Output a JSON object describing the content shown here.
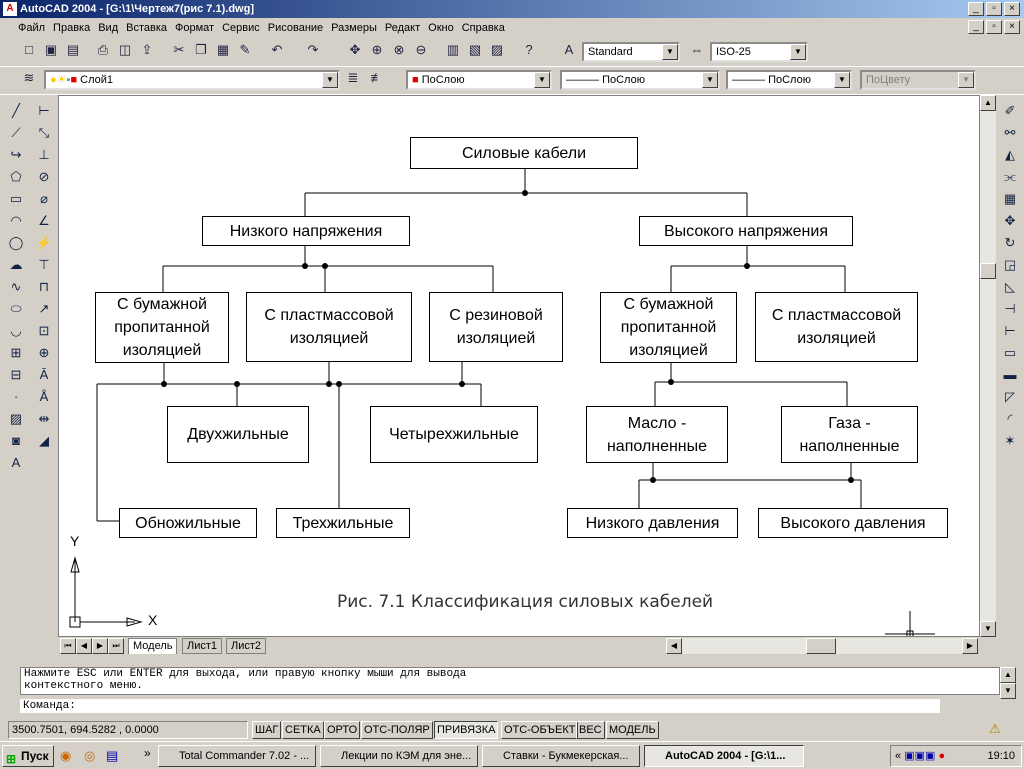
{
  "window": {
    "title": "AutoCAD 2004 - [G:\\1\\Чертеж7(рис 7.1).dwg]"
  },
  "menu": [
    "Файл",
    "Правка",
    "Вид",
    "Вставка",
    "Формат",
    "Сервис",
    "Рисование",
    "Размеры",
    "Редакт",
    "Окно",
    "Справка"
  ],
  "toolbar": {
    "text_style": "Standard",
    "dim_style": "ISO-25"
  },
  "layers": {
    "layer": "Слой1",
    "color": "ПоСлою",
    "linetype": "ПоСлою",
    "lineweight": "ПоСлою",
    "plotstyle": "ПоЦвету"
  },
  "diagram": {
    "root": "Силовые кабели",
    "low_voltage": "Низкого напряжения",
    "high_voltage": "Высокого напряжения",
    "lv_paper": "С бумажной пропитанной изоляцией",
    "lv_plastic": "С пластмассовой изоляцией",
    "lv_rubber": "С резиновой изоляцией",
    "hv_paper": "С бумажной пропитанной изоляцией",
    "hv_plastic": "С пластмассовой изоляцией",
    "two_core": "Двухжильные",
    "four_core": "Четырехжильные",
    "single_core": "Обножильные",
    "three_core": "Трехжильные",
    "oil_filled": "Масло - наполненные",
    "gas_filled": "Газа - наполненные",
    "low_pressure": "Низкого давления",
    "high_pressure": "Высокого давления",
    "caption": "Рис. 7.1 Классификация силовых кабелей"
  },
  "ucs": {
    "x": "X",
    "y": "Y"
  },
  "tabs": [
    "Модель",
    "Лист1",
    "Лист2"
  ],
  "command": {
    "history": "Нажмите ESC или ENTER для выхода, или правую кнопку мыши для вывода\nконтекстного меню.",
    "prompt": "Команда:"
  },
  "status": {
    "coords": "3500.7501, 694.5282 , 0.0000",
    "toggles": [
      "ШАГ",
      "СЕТКА",
      "ОРТО",
      "ОТС-ПОЛЯР",
      "ПРИВЯЗКА",
      "ОТС-ОБЪЕКТ",
      "ВЕС",
      "МОДЕЛЬ"
    ]
  },
  "taskbar": {
    "start": "Пуск",
    "tasks": [
      "Total Commander 7.02 - ...",
      "Лекции по КЭМ для эне...",
      "Ставки - Букмекерская...",
      "AutoCAD 2004 - [G:\\1..."
    ],
    "clock": "19:10"
  }
}
